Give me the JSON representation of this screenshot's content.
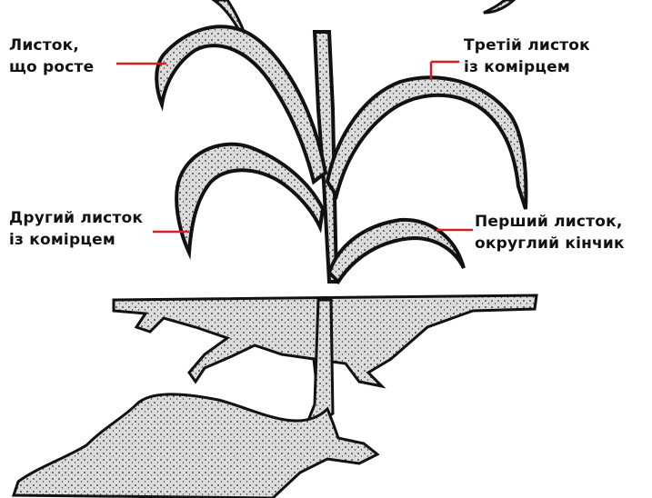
{
  "labels": {
    "growing_leaf": [
      "Листок,",
      "що росте"
    ],
    "third_leaf": [
      "Третій листок",
      "із комірцем"
    ],
    "second_leaf": [
      "Другий листок",
      "із комірцем"
    ],
    "first_leaf": [
      "Перший листок,",
      "округлий кінчик"
    ]
  },
  "colors": {
    "leader_line": "#d42020",
    "plant_fill": "#dedede",
    "plant_outline": "#111111"
  }
}
